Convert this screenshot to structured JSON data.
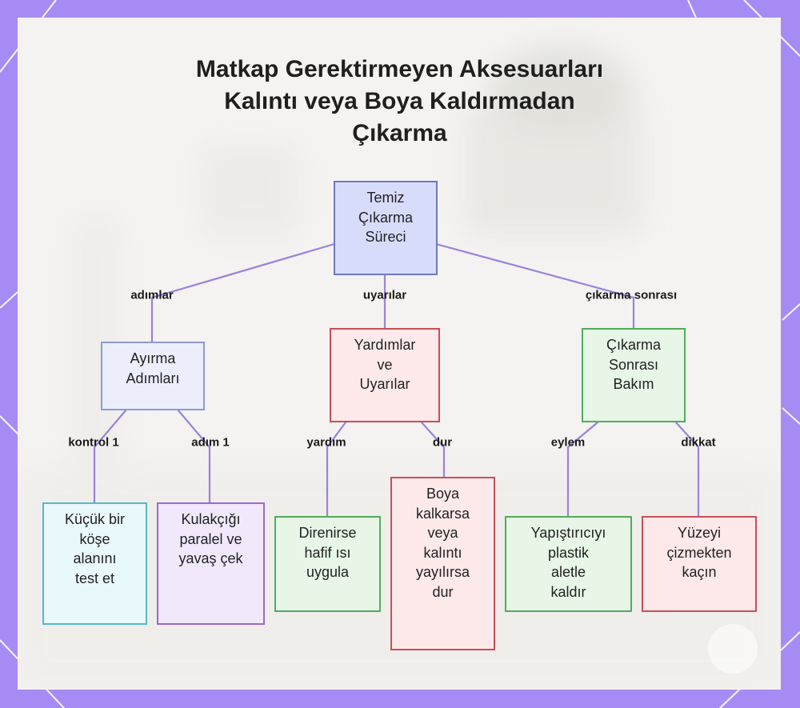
{
  "title": {
    "line1": "Matkap Gerektirmeyen Aksesuarları",
    "line2": "Kalıntı veya Boya Kaldırmadan",
    "line3": "Çıkarma"
  },
  "nodes": {
    "root": [
      "Temiz",
      "Çıkarma",
      "Süreci"
    ],
    "separation": [
      "Ayırma",
      "Adımları"
    ],
    "tips": [
      "Yardımlar",
      "ve",
      "Uyarılar"
    ],
    "aftercare": [
      "Çıkarma",
      "Sonrası",
      "Bakım"
    ],
    "test_corner": [
      "Küçük bir",
      "köşe",
      "alanını",
      "test et"
    ],
    "pull_slowly": [
      "Kulakçığı",
      "paralel ve",
      "yavaş çek"
    ],
    "apply_heat": [
      "Direnirse",
      "hafif ısı",
      "uygula"
    ],
    "stop": [
      "Boya",
      "kalkarsa",
      "veya",
      "kalıntı",
      "yayılırsa",
      "dur"
    ],
    "remove_adhesive": [
      "Yapıştırıcıyı",
      "plastik",
      "aletle",
      "kaldır"
    ],
    "avoid_scratch": [
      "Yüzeyi",
      "çizmekten",
      "kaçın"
    ]
  },
  "edge_labels": {
    "steps": "adımlar",
    "warnings": "uyarılar",
    "after_removal": "çıkarma sonrası",
    "check1": "kontrol 1",
    "step1": "adım 1",
    "help": "yardım",
    "stop": "dur",
    "action": "eylem",
    "caution": "dikkat"
  },
  "colors": {
    "frame": "#a78bf5",
    "connector": "#9b82dc"
  }
}
